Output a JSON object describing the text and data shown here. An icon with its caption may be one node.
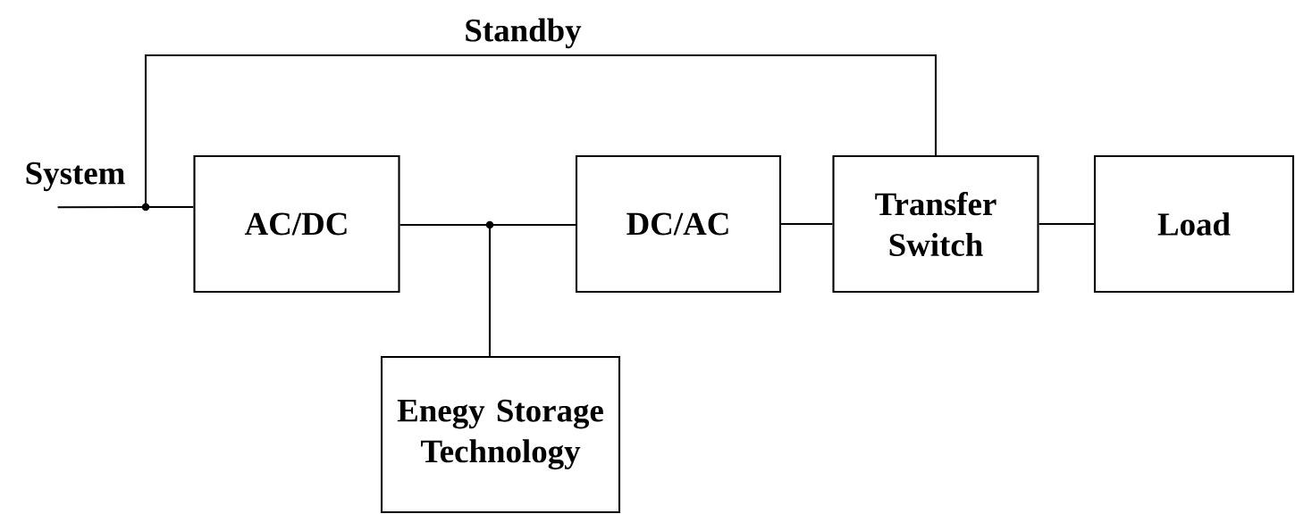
{
  "diagram": {
    "nodes": [
      {
        "text": [
          "System"
        ]
      },
      {
        "text": [],
        "shape": "circle"
      },
      {
        "text": [
          "AC/DC"
        ]
      },
      {
        "text": [],
        "shape": "circle"
      },
      {
        "text": [
          "DC/AC"
        ]
      },
      {
        "text": [
          "Transfer Switch"
        ]
      },
      {
        "text": [
          "Load"
        ]
      },
      {
        "text": [
          "Enegy Storage Technology"
        ]
      }
    ],
    "edges": [
      {
        "from": 0,
        "to": 1,
        "arrow": "none"
      },
      {
        "from": 1,
        "to": 2,
        "arrow": "none"
      },
      {
        "from": 1,
        "to": 5,
        "arrow": "none",
        "label": "Standby"
      },
      {
        "from": 2,
        "to": 3,
        "arrow": "none"
      },
      {
        "from": 3,
        "to": 4,
        "arrow": "none"
      },
      {
        "from": 3,
        "to": 7,
        "arrow": "none"
      },
      {
        "from": 4,
        "to": 5,
        "arrow": "none"
      },
      {
        "from": 5,
        "to": 6,
        "arrow": "none"
      }
    ]
  }
}
